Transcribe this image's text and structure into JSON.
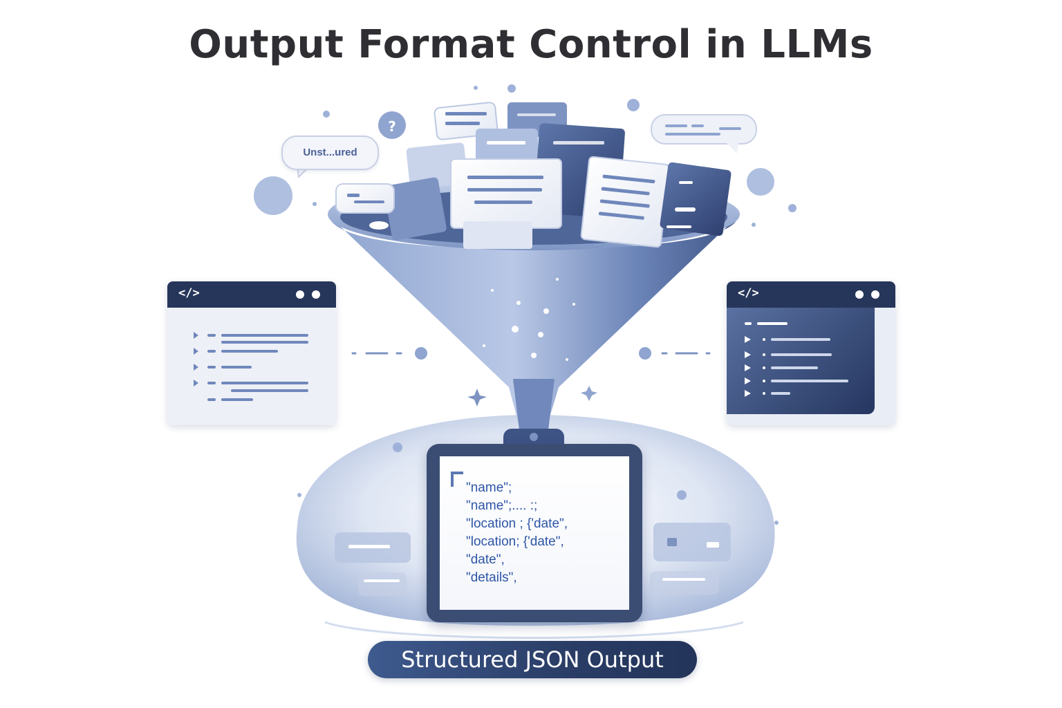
{
  "title": "Output Format Control in LLMs",
  "bubble_label": "Unst...ured",
  "left_window": {
    "tag": "</>"
  },
  "right_window": {
    "tag": "</>"
  },
  "json_lines": [
    "\"name\";",
    "\"name\";.... :;",
    "\"location ; {'date\",",
    "\"location; {'date\",",
    "\"date\",",
    "\"details\","
  ],
  "badge_label": "Structured JSON Output",
  "colors": {
    "navy": "#26355a",
    "accent_blue": "#5b78b3",
    "light_blue": "#aebfdf",
    "json_text": "#2e55a6"
  }
}
